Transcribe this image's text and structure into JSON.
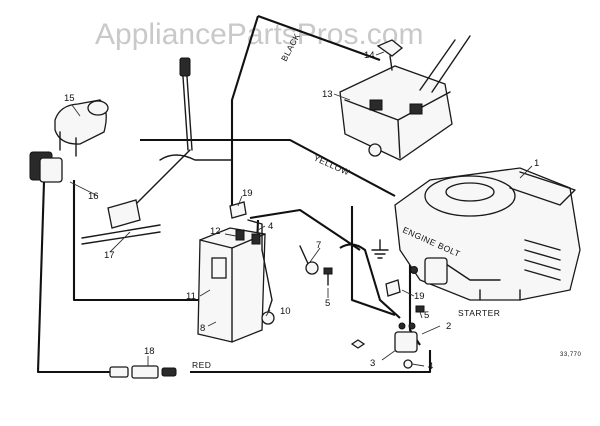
{
  "watermark": "AppliancePartsPros.com",
  "wire_labels": {
    "black": "BLACK",
    "yellow": "YELLOW",
    "red": "RED",
    "starter": "STARTER",
    "engine_bolt": "ENGINE BOLT"
  },
  "callouts": {
    "c1": "1",
    "c2": "2",
    "c3": "3",
    "c4a": "4",
    "c4b": "4",
    "c5a": "5",
    "c5b": "5",
    "c7": "7",
    "c8": "8",
    "c10": "10",
    "c11": "11",
    "c12": "12",
    "c13": "13",
    "c14": "14",
    "c15": "15",
    "c16": "16",
    "c17": "17",
    "c18": "18",
    "c19a": "19",
    "c19b": "19"
  },
  "figure_code": "33,770"
}
